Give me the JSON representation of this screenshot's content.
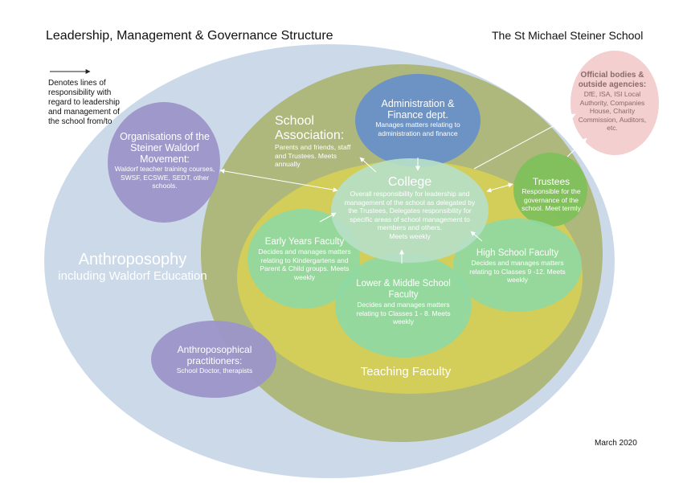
{
  "header": {
    "title": "Leadership, Management & Governance Structure",
    "school_name": "The St Michael Steiner School"
  },
  "legend": {
    "text": "Denotes lines of responsibility with regard to leadership and management of the school from/to"
  },
  "anthroposophy": {
    "title": "Anthroposophy",
    "subtitle": "including Waldorf Education"
  },
  "nodes": {
    "organisations": {
      "title": "Organisations of the Steiner Waldorf Movement:",
      "desc": "Waldorf teacher training courses, SWSF, ECSWE, SEDT, other schools."
    },
    "school_association": {
      "title": "School Association:",
      "desc": "Parents and friends, staff and Trustees. Meets annually"
    },
    "admin_finance": {
      "title": "Administration & Finance dept.",
      "desc": "Manages matters relating to administration and finance"
    },
    "official_bodies": {
      "title": "Official bodies & outside agencies:",
      "desc": "DfE, ISA, ISI Local Authority, Companies House, Charity Commission, Auditors, etc."
    },
    "college": {
      "title": "College",
      "desc": "Overall responsibility for leadership and management of the school as delegated by the Trustees, Delegates responsibility for specific areas of school management to members and others.",
      "meets": "Meets weekly"
    },
    "trustees": {
      "title": "Trustees",
      "desc": "Responsible for the governance of the school. Meet termly"
    },
    "early_years": {
      "title": "Early Years Faculty",
      "desc": "Decides and manages matters relating to Kindergartens and Parent & Child groups. Meets weekly"
    },
    "lower_middle": {
      "title": "Lower & Middle School Faculty",
      "desc": "Decides and manages matters relating to Classes 1 - 8. Meets weekly"
    },
    "high_school": {
      "title": "High School Faculty",
      "desc": "Decides and manages matters relating to Classes 9 -12. Meets weekly"
    },
    "practitioners": {
      "title": "Anthroposophical practitioners:",
      "desc": "School Doctor, therapists"
    }
  },
  "teaching_faculty": {
    "label": "Teaching Faculty"
  },
  "footer": {
    "date": "March 2020"
  },
  "colors": {
    "outer": "#c9d7e8",
    "school_zone": "#a8b26a",
    "teaching_zone": "#d7cf55",
    "admin": "#6c93c4",
    "organisations": "#9c95c9",
    "official": "#f3cfcf",
    "faculty": "#8fd9a3",
    "trustees": "#7fbf5c"
  }
}
